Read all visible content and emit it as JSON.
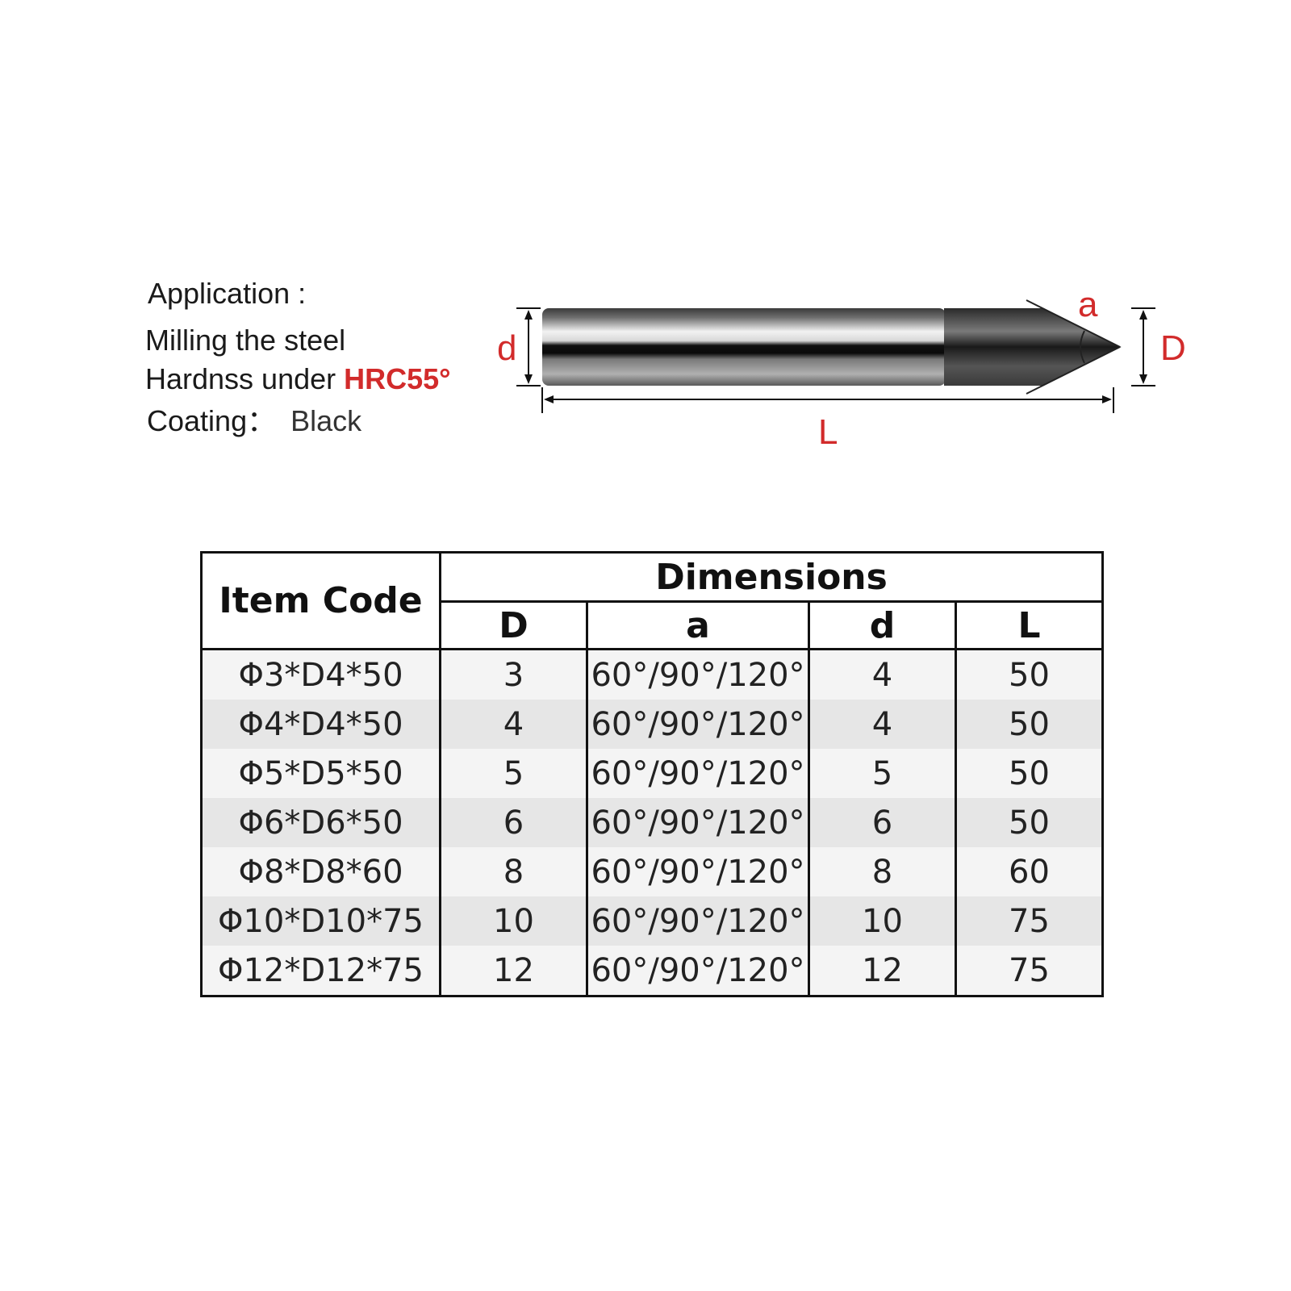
{
  "spec": {
    "application_label": "Application :",
    "line1": "Milling the steel",
    "line2_prefix": "Hardnss under ",
    "line2_highlight": "HRC55°",
    "coating_label": "Coating：",
    "coating_value": "Black"
  },
  "diagram": {
    "label_d": "d",
    "label_D": "D",
    "label_a": "a",
    "label_L": "L",
    "accent_color": "#d22b2b"
  },
  "table": {
    "item_code_header": "Item Code",
    "dimensions_header": "Dimensions",
    "columns": [
      "D",
      "a",
      "d",
      "L"
    ],
    "rows": [
      [
        "Φ3*D4*50",
        "3",
        "60°/90°/120°",
        "4",
        "50"
      ],
      [
        "Φ4*D4*50",
        "4",
        "60°/90°/120°",
        "4",
        "50"
      ],
      [
        "Φ5*D5*50",
        "5",
        "60°/90°/120°",
        "5",
        "50"
      ],
      [
        "Φ6*D6*50",
        "6",
        "60°/90°/120°",
        "6",
        "50"
      ],
      [
        "Φ8*D8*60",
        "8",
        "60°/90°/120°",
        "8",
        "60"
      ],
      [
        "Φ10*D10*75",
        "10",
        "60°/90°/120°",
        "10",
        "75"
      ],
      [
        "Φ12*D12*75",
        "12",
        "60°/90°/120°",
        "12",
        "75"
      ]
    ]
  }
}
